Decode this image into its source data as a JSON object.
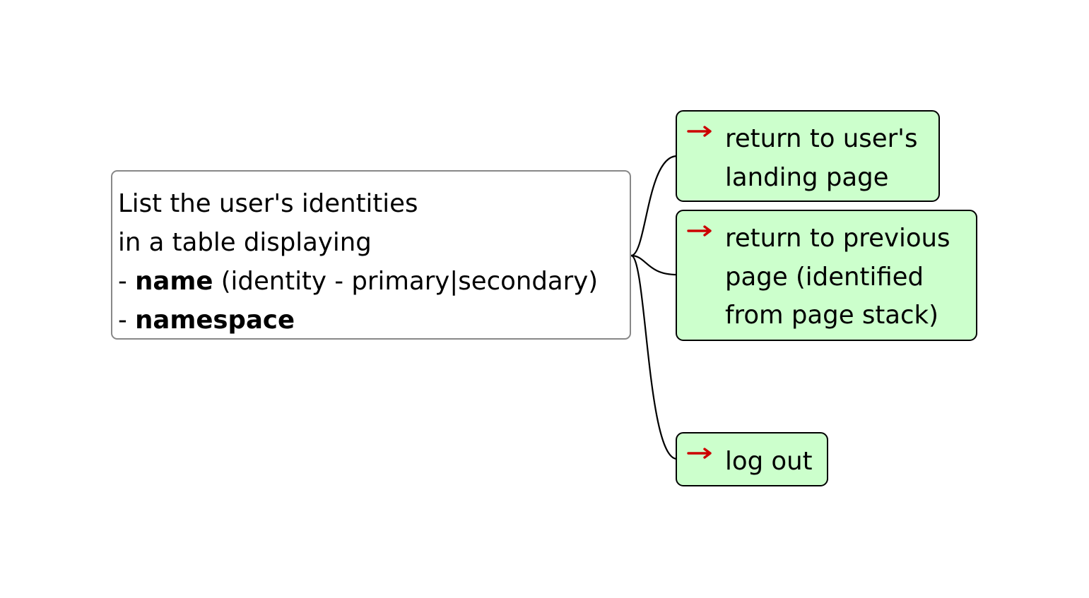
{
  "root": {
    "line1": "List the user's identities",
    "line2": "in a table displaying",
    "line3_prefix": "- ",
    "line3_bold": "name",
    "line3_rest": " (identity - primary|secondary)",
    "line4_prefix": "- ",
    "line4_bold": "namespace"
  },
  "actions": [
    {
      "icon": "arrow-right-icon",
      "lines": [
        "return to user's",
        "landing page"
      ]
    },
    {
      "icon": "arrow-right-icon",
      "lines": [
        "return to previous",
        "page (identified",
        "from page stack)"
      ]
    },
    {
      "icon": "arrow-right-icon",
      "lines": [
        "log out"
      ]
    }
  ],
  "colors": {
    "action_fill": "#ccffcc",
    "arrow": "#cc0000",
    "root_border": "#888888"
  }
}
